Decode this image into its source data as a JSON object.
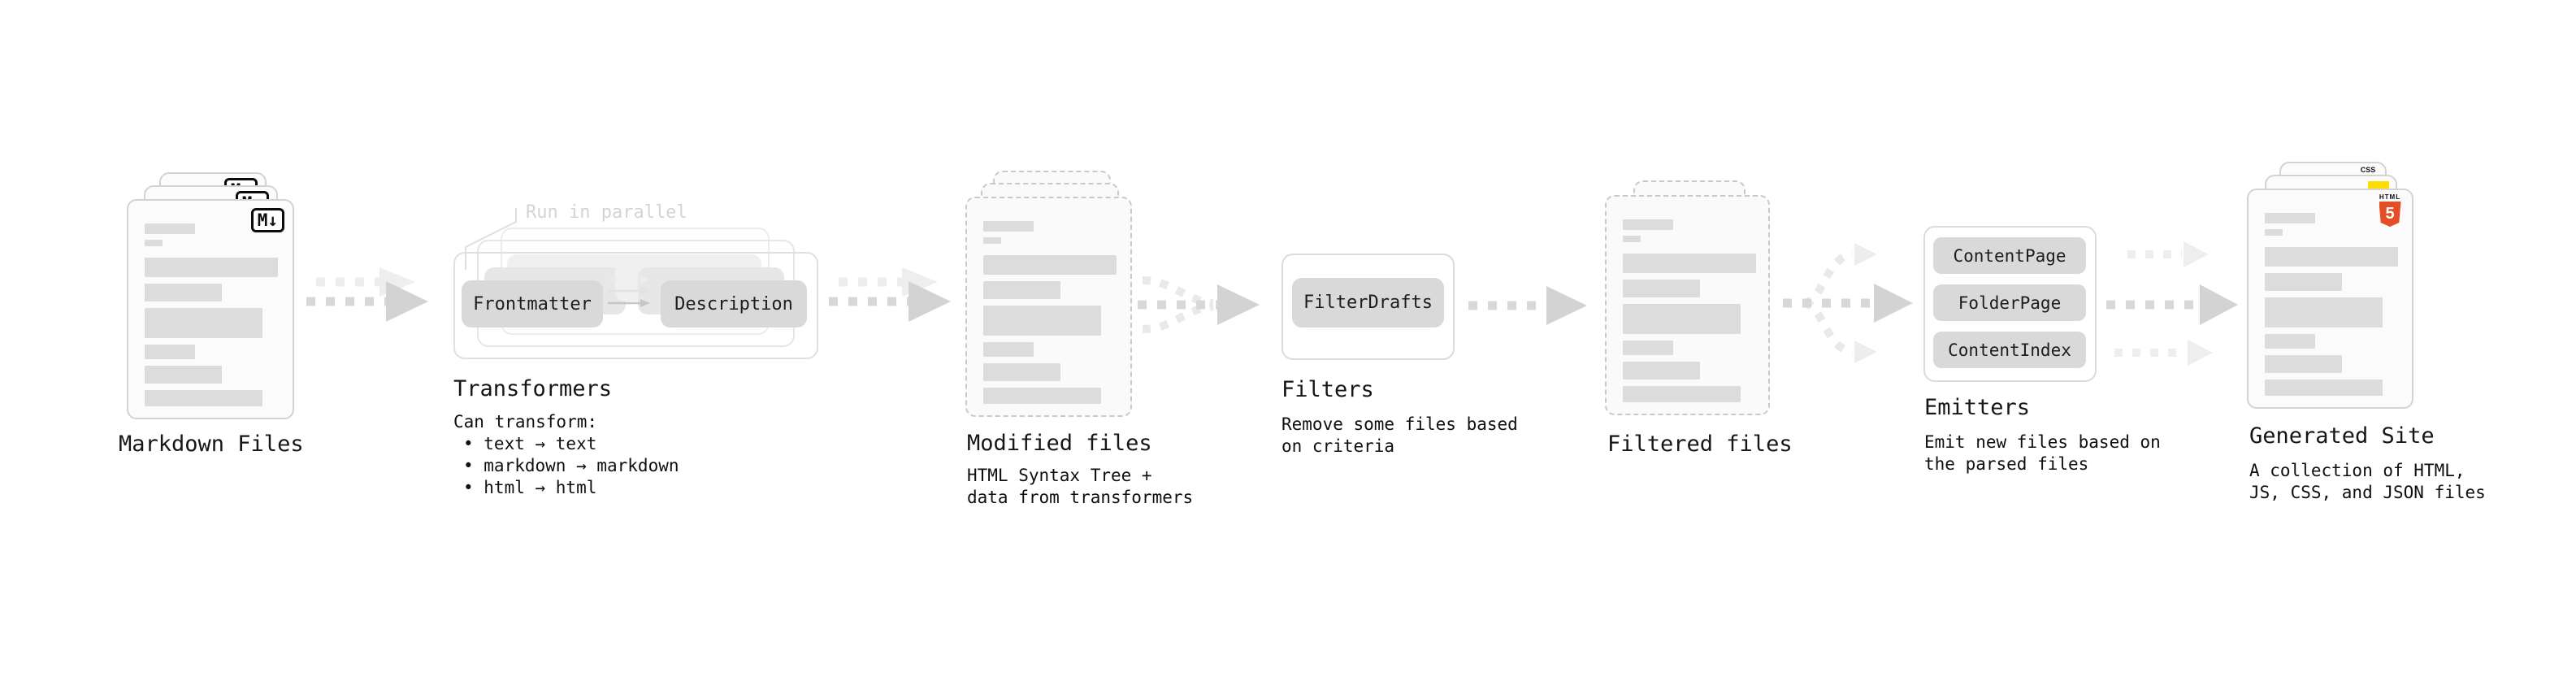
{
  "stages": {
    "markdown": {
      "label": "Markdown Files",
      "badge": "M↓"
    },
    "transformers": {
      "label": "Transformers",
      "callout": "Run in parallel",
      "pill_frontmatter": "Frontmatter",
      "pill_description": "Description",
      "desc_title": "Can transform:",
      "bullets": [
        "• text → text",
        "• markdown → markdown",
        "• html → html"
      ]
    },
    "modified": {
      "label": "Modified files",
      "desc": [
        "HTML Syntax Tree +",
        "data from transformers"
      ]
    },
    "filters": {
      "label": "Filters",
      "pill": "FilterDrafts",
      "desc": [
        "Remove some files based",
        "on criteria"
      ]
    },
    "filtered": {
      "label": "Filtered files"
    },
    "emitters": {
      "label": "Emitters",
      "pills": [
        "ContentPage",
        "FolderPage",
        "ContentIndex"
      ],
      "desc": [
        "Emit new files based on",
        "the parsed files"
      ]
    },
    "generated": {
      "label": "Generated Site",
      "desc": [
        "A collection of HTML,",
        "JS, CSS, and JSON files"
      ],
      "badge_html_label": "HTML",
      "badge_html_number": "5",
      "badge_css_label": "CSS"
    }
  },
  "colors": {
    "html5_orange": "#e44d26",
    "js_yellow": "#ffdd00",
    "css_blue": "#2e6bf0",
    "card_border": "#d3d3d3",
    "skeleton_bar": "#dcdcdc",
    "pill_gray": "#d9d9d9"
  }
}
